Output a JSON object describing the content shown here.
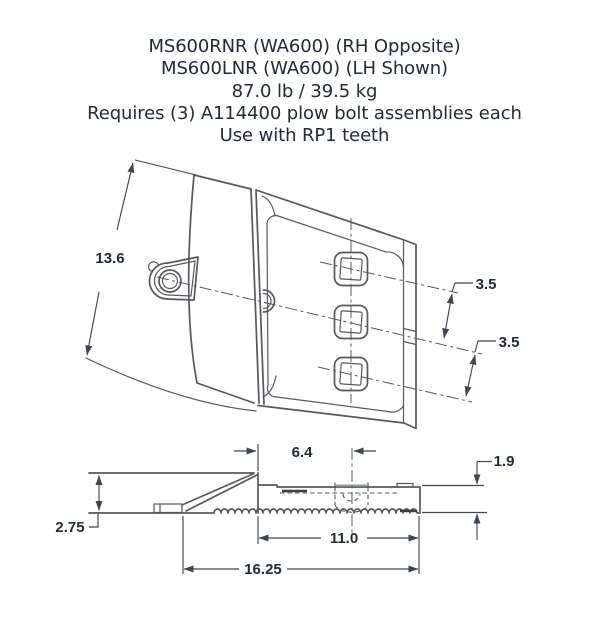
{
  "header": {
    "model_rh": "MS600RNR (WA600) (RH Opposite)",
    "model_lh": "MS600LNR (WA600) (LH Shown)",
    "weight": "87.0 lb / 39.5 kg",
    "requirements": "Requires (3) A114400 plow bolt assemblies each",
    "usage": "Use with RP1 teeth"
  },
  "front_view": {
    "height": "13.6",
    "hole_pitch_upper": "3.5",
    "hole_pitch_lower": "3.5"
  },
  "side_view": {
    "apex_offset": "6.4",
    "plate_thickness": "1.9",
    "edge_height": "2.75",
    "base_length": "11.0",
    "overall_length": "16.25"
  },
  "colors": {
    "text": "#232a36",
    "drawing_line": "#55585d",
    "dimension_line": "#40464e"
  }
}
